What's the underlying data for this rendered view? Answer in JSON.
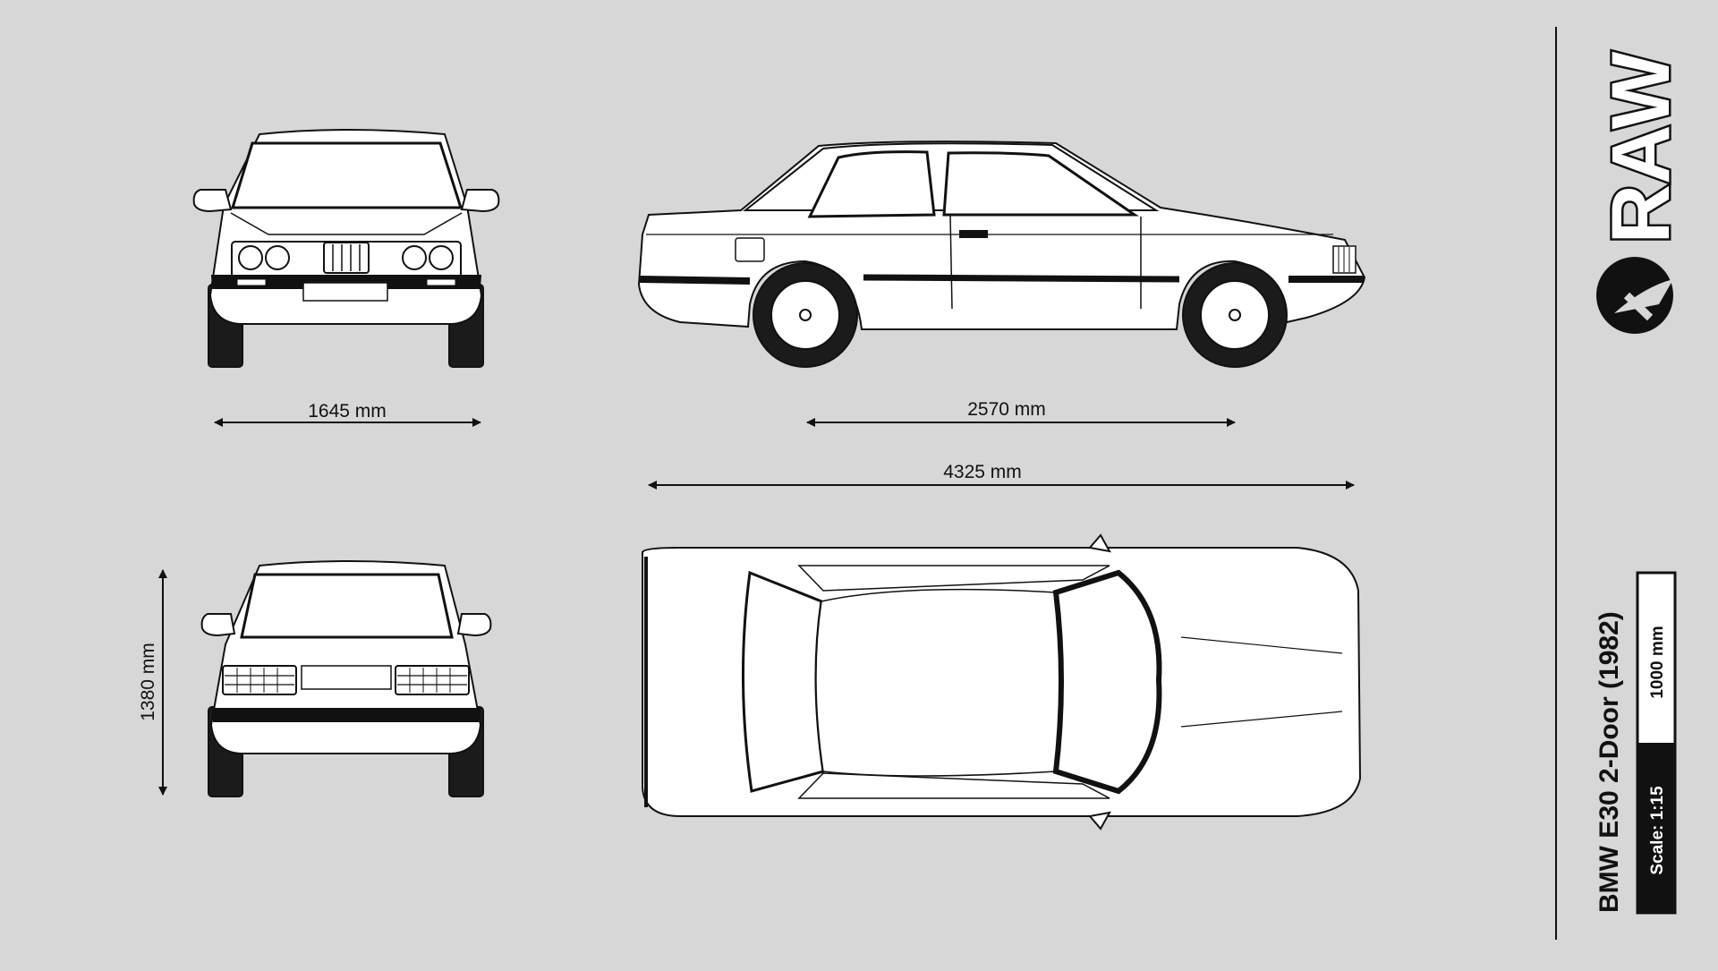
{
  "blueprint": {
    "title": "BMW E30 2-Door (1982)",
    "logo_text": "RAW",
    "scale_label": "Scale: 1:15",
    "scale_bar_label": "1000 mm",
    "dimensions": {
      "track_width": "1645 mm",
      "wheelbase": "2570 mm",
      "overall_length": "4325 mm",
      "height": "1380 mm"
    },
    "views": [
      "front-view",
      "side-view",
      "rear-view",
      "top-view"
    ],
    "colors": {
      "background": "#d7d7d7",
      "line": "#111111",
      "body_fill": "#ffffff"
    }
  }
}
